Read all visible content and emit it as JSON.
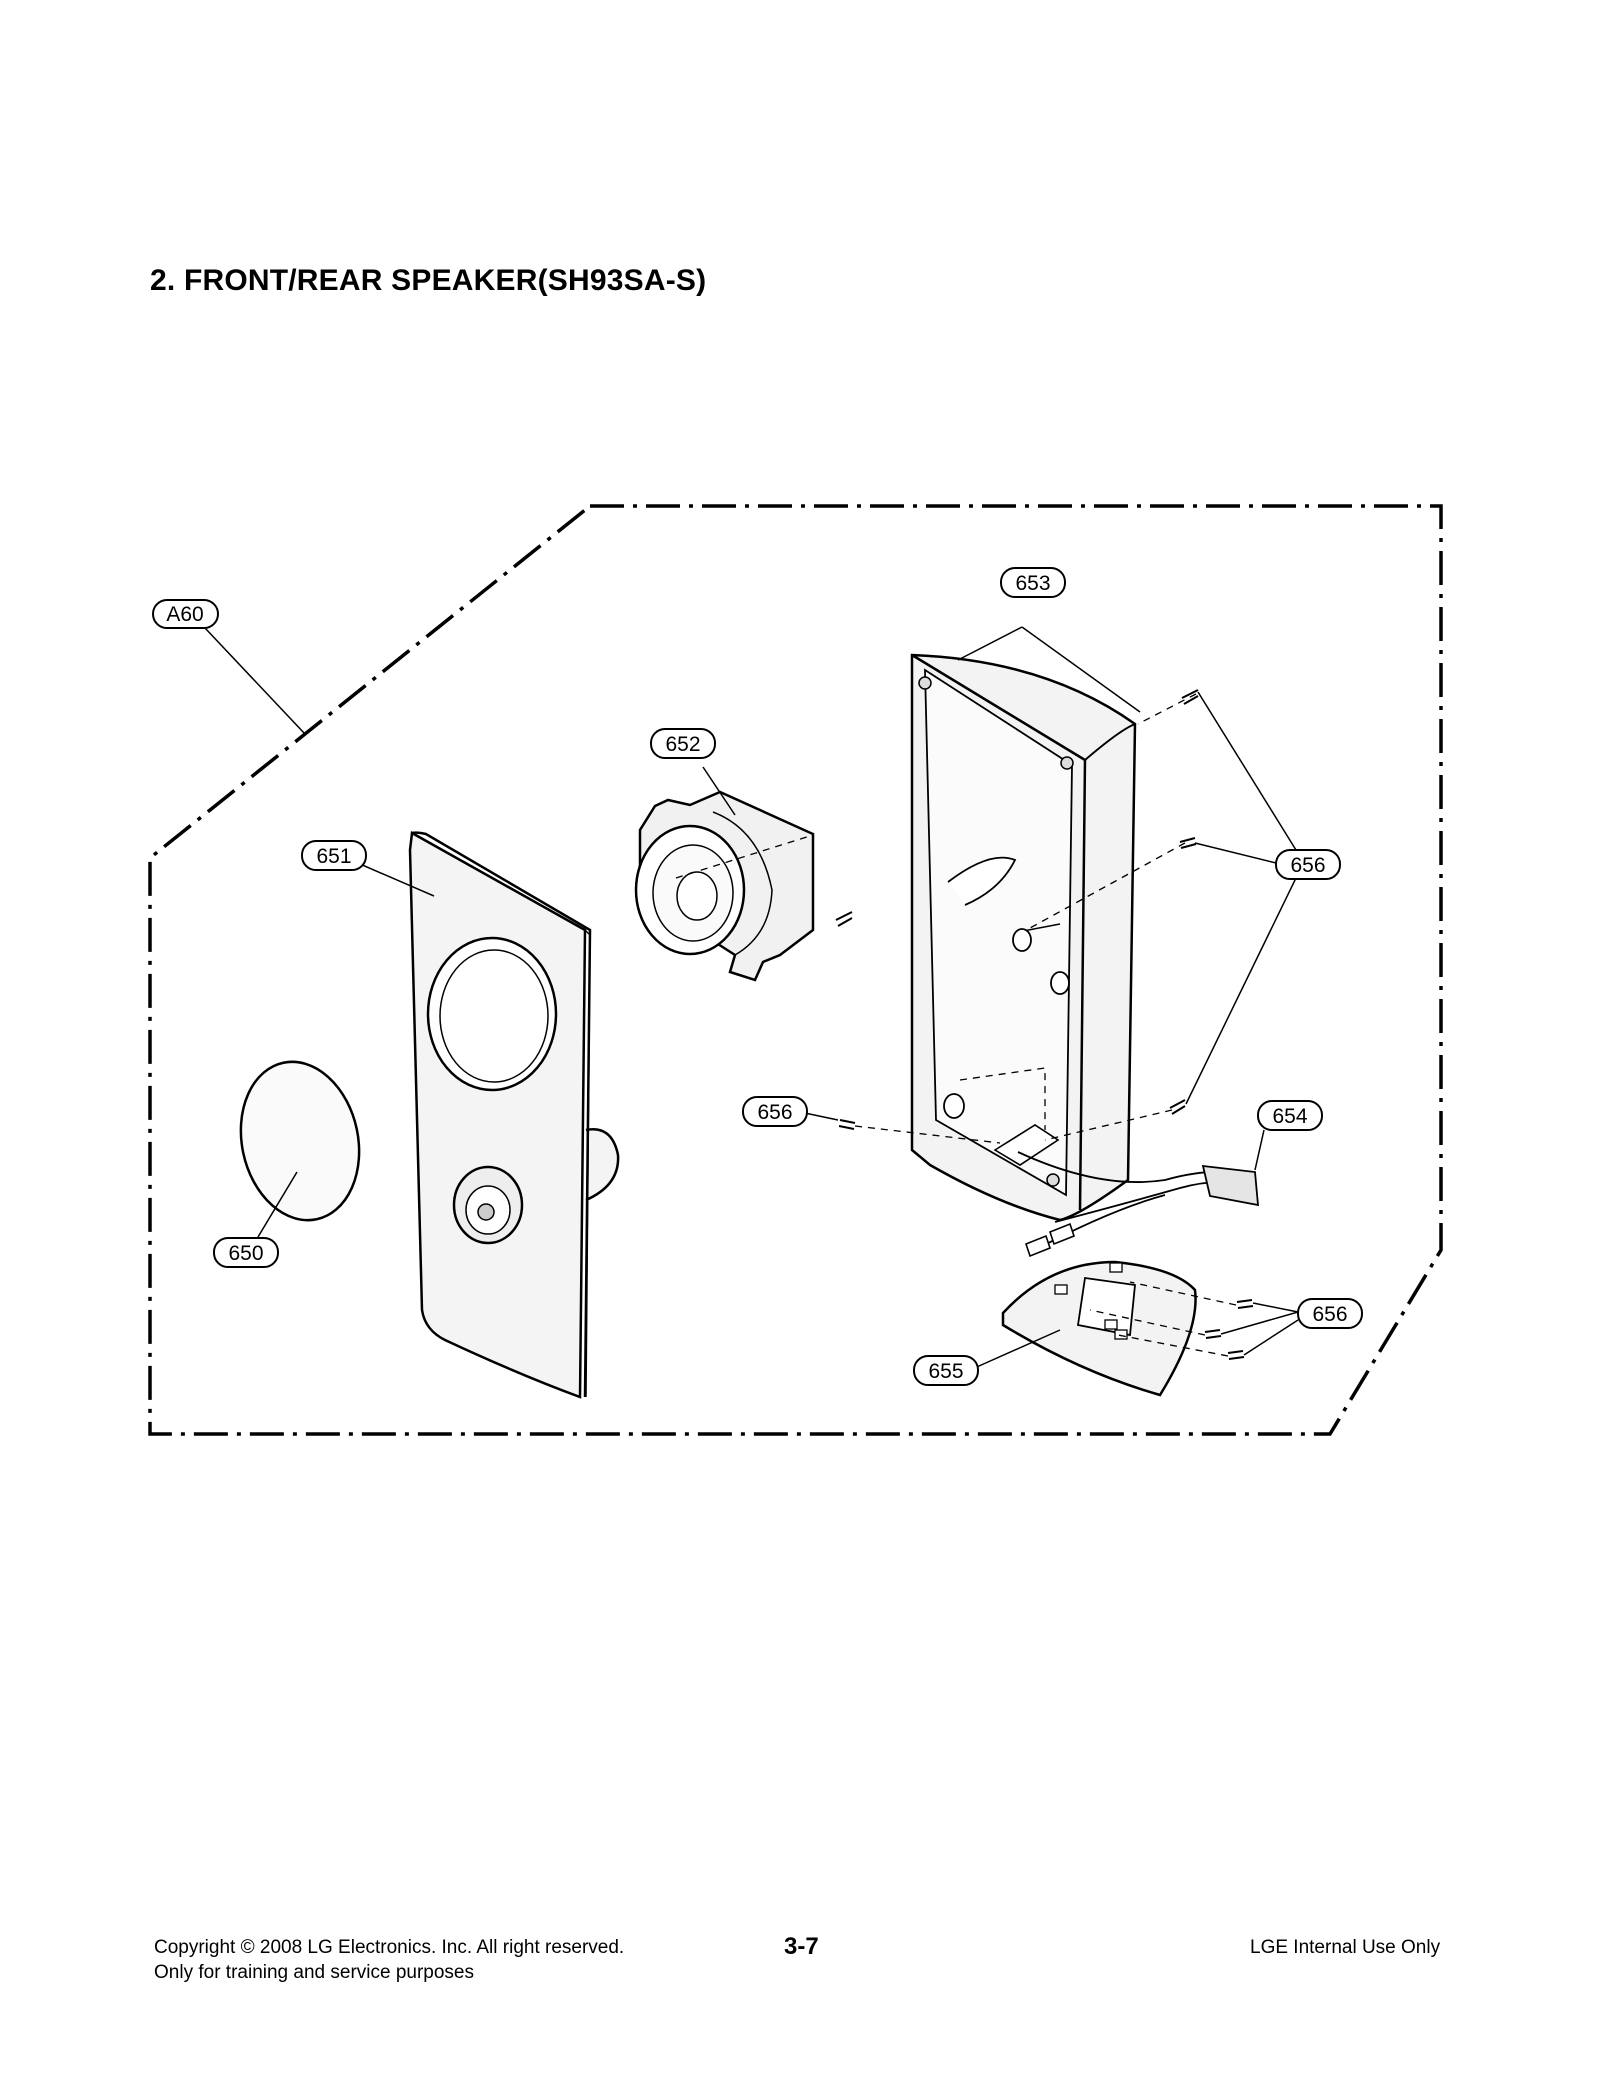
{
  "page": {
    "title": "2. FRONT/REAR SPEAKER(SH93SA-S)"
  },
  "diagram": {
    "assembly_label": "A60",
    "parts": [
      {
        "id": "650",
        "label": "650"
      },
      {
        "id": "651",
        "label": "651"
      },
      {
        "id": "652",
        "label": "652"
      },
      {
        "id": "653",
        "label": "653"
      },
      {
        "id": "654",
        "label": "654"
      },
      {
        "id": "655",
        "label": "655"
      },
      {
        "id": "656",
        "label": "656"
      }
    ],
    "callouts": {
      "a60": "A60",
      "c650": "650",
      "c651": "651",
      "c652": "652",
      "c653": "653",
      "c654": "654",
      "c655": "655",
      "c656_top": "656",
      "c656_left": "656",
      "c656_bottom": "656"
    }
  },
  "footer": {
    "copyright": "Copyright © 2008 LG Electronics. Inc. All right reserved.",
    "purpose": "Only for training and service purposes",
    "page_number": "3-7",
    "classification": "LGE Internal Use Only"
  },
  "colors": {
    "line": "#000000",
    "background": "#ffffff",
    "part_fill": "#f4f4f4"
  }
}
